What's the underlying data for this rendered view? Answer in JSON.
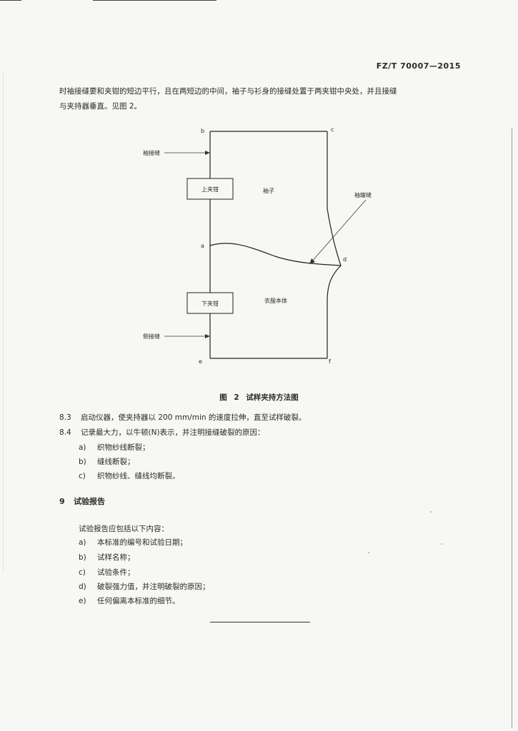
{
  "header": {
    "standard_code": "FZ/T 70007—2015"
  },
  "intro": {
    "line1": "时袖接缝要和夹钳的短边平行，且在两短边的中间，袖子与衫身的接缝处置于两夹钳中央处，并且接缝",
    "line2": "与夹持器垂直。见图 2。"
  },
  "figure": {
    "corner_b": "b",
    "corner_c_top": "c",
    "corner_a": "a",
    "corner_d": "d",
    "corner_e": "e",
    "corner_f": "f",
    "label_sleeve_seam": "袖接缝",
    "label_upper_clamp": "上夹钳",
    "label_sleeve": "袖子",
    "label_armhole_seam": "袖窿缝",
    "label_lower_clamp": "下夹钳",
    "label_body": "衣服本体",
    "label_side_seam": "侧接缝",
    "caption": "图 2 试样夹持方法图"
  },
  "clauses": [
    {
      "num": "8.3",
      "text": "启动仪器，使夹持器以 200 mm/min 的速度拉伸，直至试样破裂。"
    },
    {
      "num": "8.4",
      "text": "记录最大力，以牛顿(N)表示，并注明接缝破裂的原因："
    }
  ],
  "rupture_causes": [
    {
      "mark": "a)",
      "text": "织物纱线断裂；"
    },
    {
      "mark": "b)",
      "text": "缝线断裂；"
    },
    {
      "mark": "c)",
      "text": "织物纱线、缝线均断裂。"
    }
  ],
  "section9": {
    "num": "9",
    "title": "试验报告",
    "intro": "试验报告应包括以下内容：",
    "items": [
      {
        "mark": "a)",
        "text": "本标准的编号和试验日期；"
      },
      {
        "mark": "b)",
        "text": "试样名称；"
      },
      {
        "mark": "c)",
        "text": "试验条件；"
      },
      {
        "mark": "d)",
        "text": "破裂强力值，并注明破裂的原因；"
      },
      {
        "mark": "e)",
        "text": "任何偏离本标准的细节。"
      }
    ]
  }
}
